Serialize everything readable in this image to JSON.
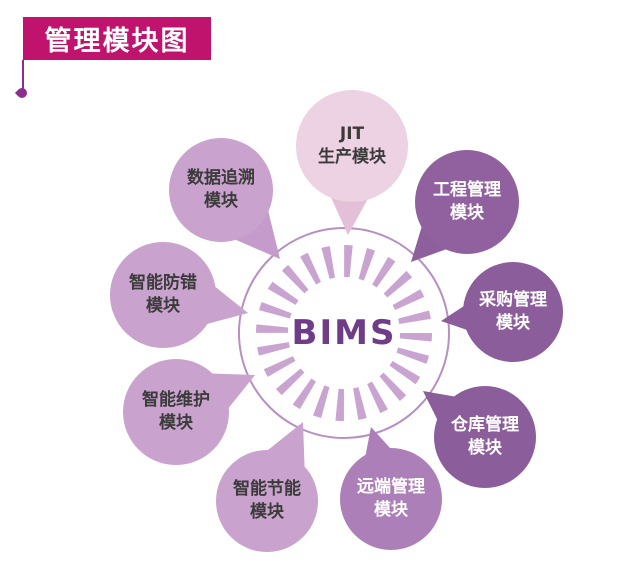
{
  "title": "管理模块图",
  "center": {
    "label": "BIMS"
  },
  "modules": [
    {
      "id": "jit",
      "line1": "JIT",
      "line2": "生产模块"
    },
    {
      "id": "data-trace",
      "line1": "数据追溯",
      "line2": "模块"
    },
    {
      "id": "engineering",
      "line1": "工程管理",
      "line2": "模块"
    },
    {
      "id": "purchasing",
      "line1": "采购管理",
      "line2": "模块"
    },
    {
      "id": "warehouse",
      "line1": "仓库管理",
      "line2": "模块"
    },
    {
      "id": "remote",
      "line1": "远端管理",
      "line2": "模块"
    },
    {
      "id": "energy-saving",
      "line1": "智能节能",
      "line2": "模块"
    },
    {
      "id": "maintenance",
      "line1": "智能维护",
      "line2": "模块"
    },
    {
      "id": "error-proofing",
      "line1": "智能防错",
      "line2": "模块"
    }
  ],
  "colors": {
    "title_bg": "#c0136e",
    "deco": "#8e2d8f",
    "pale_pink": "#ecd2e2",
    "light_purple": "#c9a2ce",
    "medium_purple": "#ad7fb9",
    "dark_purple": "#8c5d9b",
    "outer_ring": "#b78fc2",
    "spokes": "#c9a4d1",
    "bims_text": "#6f3d87"
  }
}
